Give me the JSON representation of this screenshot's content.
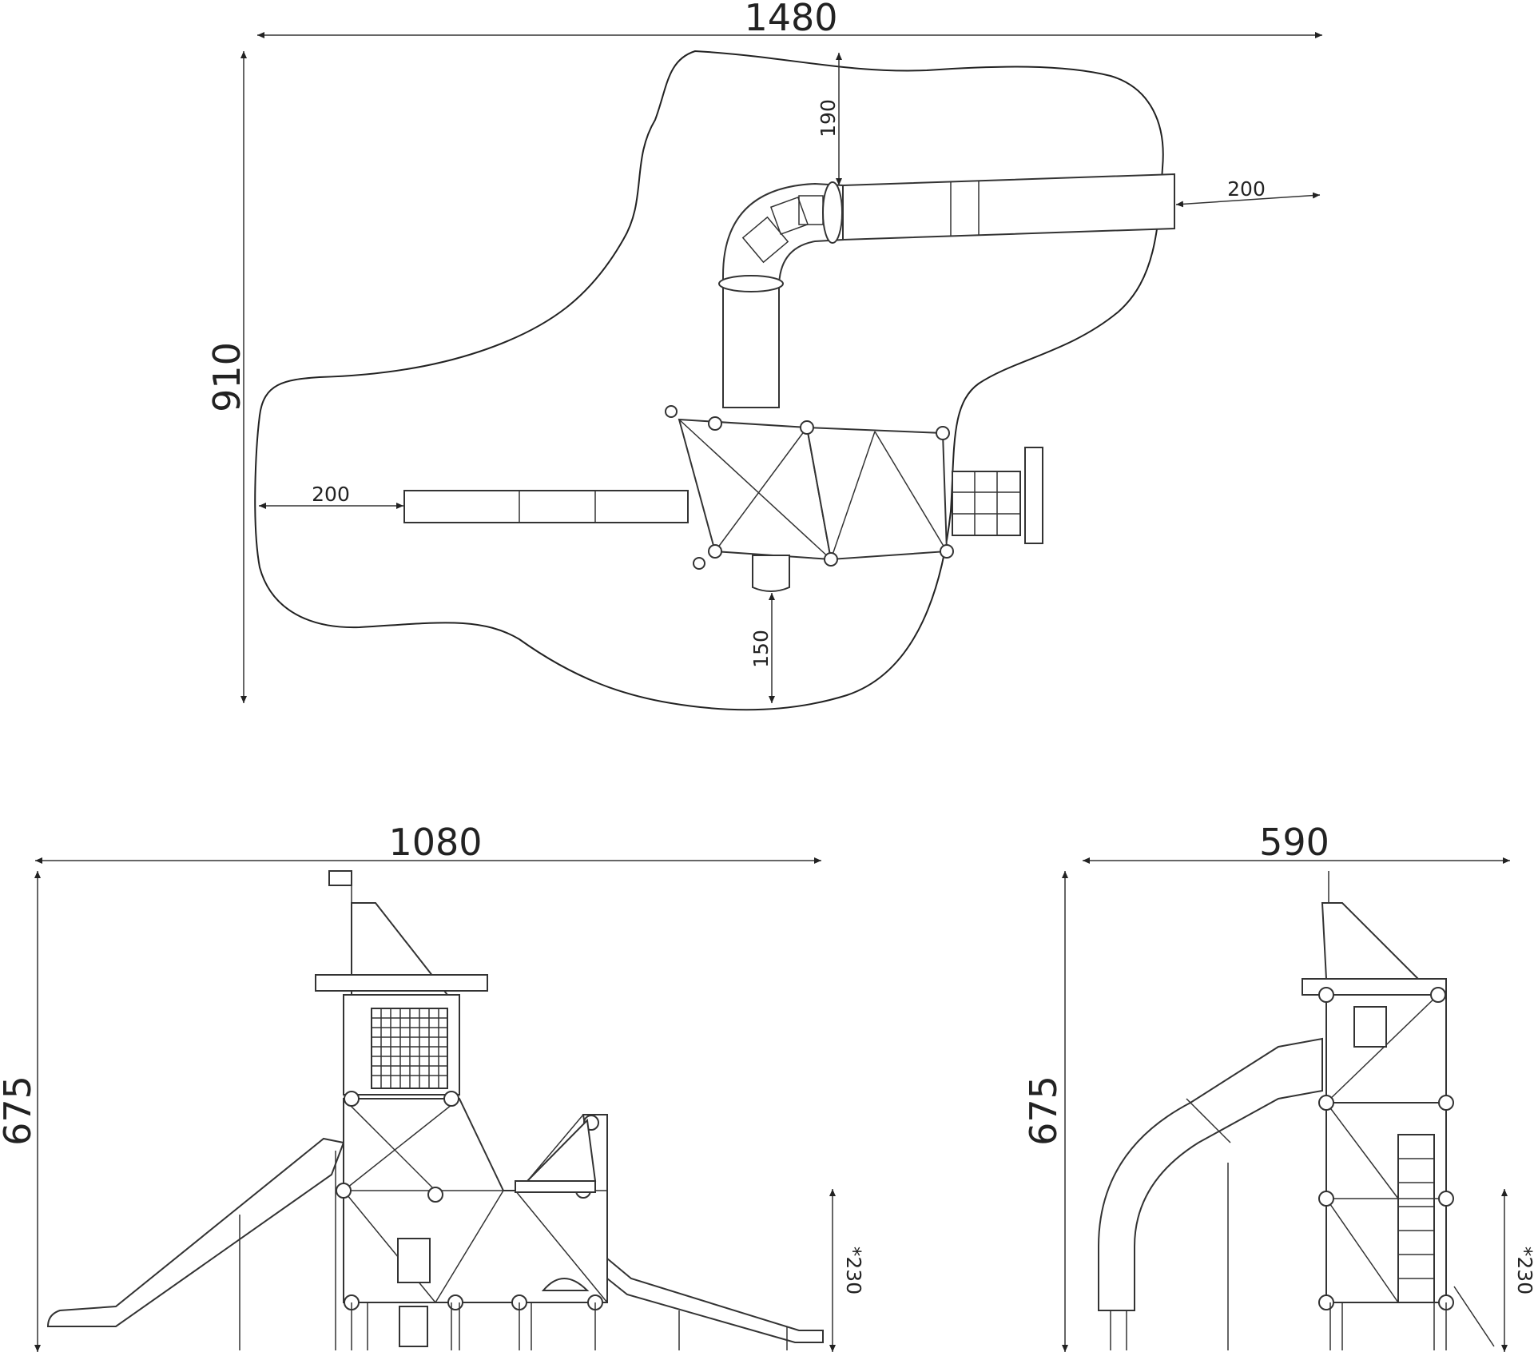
{
  "plan_view": {
    "overall_width": "1480",
    "overall_depth": "910",
    "top_clearance": "190",
    "right_clearance": "200",
    "left_clearance": "200",
    "bottom_clearance": "150"
  },
  "front_elevation": {
    "width": "1080",
    "height": "675",
    "foundation_depth": "*230"
  },
  "side_elevation": {
    "width": "590",
    "height": "675",
    "foundation_depth": "*230"
  }
}
